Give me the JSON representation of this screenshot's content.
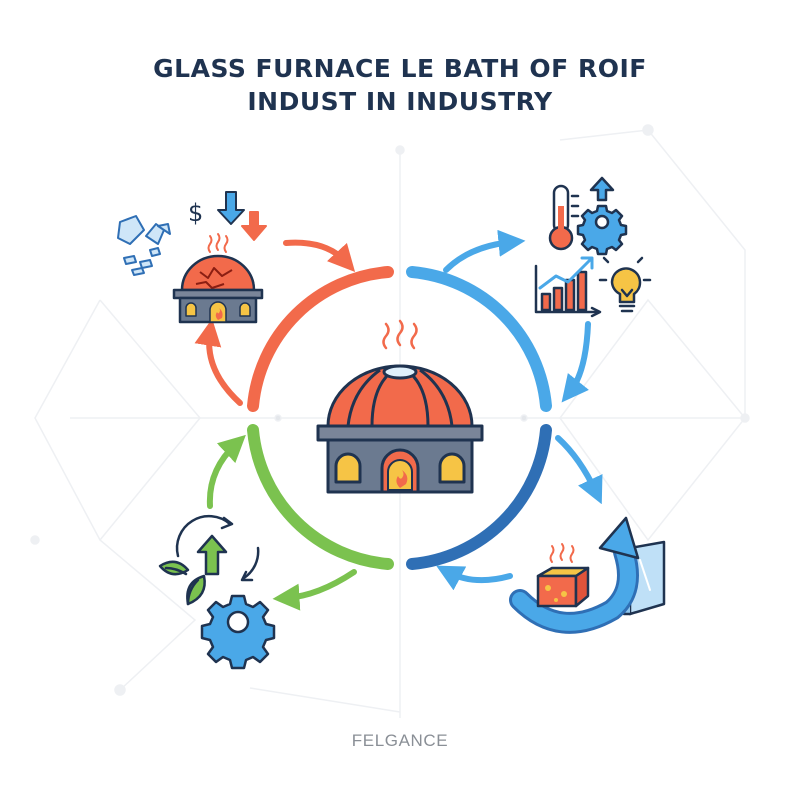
{
  "title": {
    "line1": "GLASS FURNACE LE BATH OF ROIF",
    "line2": "INDUST IN INDUSTRY"
  },
  "footer": "FELGANCE",
  "icons": {
    "top_left_dollar": "$",
    "colors": {
      "orange": "#f26a4b",
      "blue": "#4aa8e8",
      "dark_blue": "#2f6fb5",
      "green": "#7bc24f",
      "navy": "#1f3350",
      "yellow": "#f6c445"
    }
  }
}
